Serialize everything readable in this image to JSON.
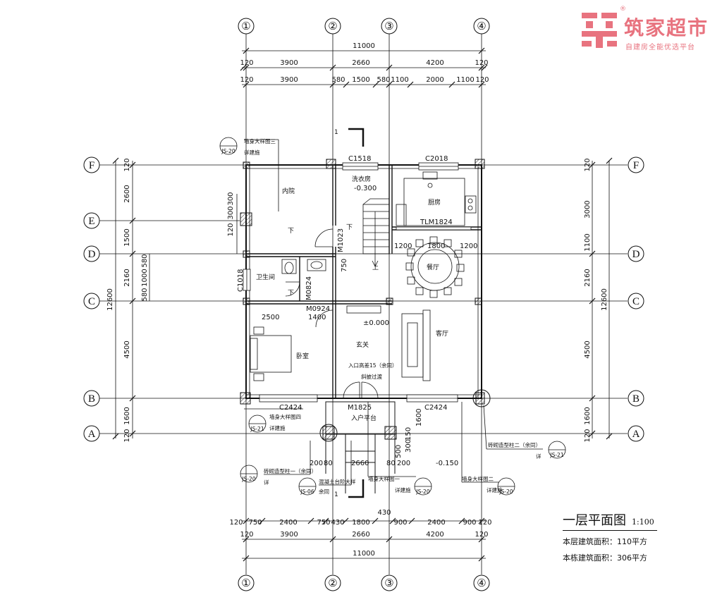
{
  "title": "一层平面图",
  "scale": "1:100",
  "area_this_floor": "本层建筑面积：110平方",
  "area_total": "本栋建筑面积：306平方",
  "logo": {
    "name": "筑家超市",
    "tagline": "自建房全能优选平台",
    "reg": "®"
  },
  "axes_vertical": [
    "①",
    "②",
    "③",
    "④"
  ],
  "axes_horizontal": [
    "F",
    "E",
    "D",
    "C",
    "B",
    "A"
  ],
  "dims_top": {
    "overall": "11000",
    "row2": [
      "120",
      "3900",
      "2660",
      "4200",
      "120"
    ],
    "row3": [
      "120",
      "3900",
      "580",
      "1500",
      "580",
      "1100",
      "2000",
      "1100",
      "120"
    ]
  },
  "dims_bottom": {
    "row1": [
      "120",
      "750",
      "2400",
      "750",
      "430",
      "1800",
      "900",
      "2400",
      "900",
      "120"
    ],
    "row2": [
      "120",
      "3900",
      "2660",
      "4200",
      "120"
    ],
    "overall": "11000",
    "extra": "430"
  },
  "dims_left": {
    "outer": [
      "120",
      "2600",
      "1500",
      "2160",
      "4500",
      "1600",
      "120"
    ],
    "overall": "12600",
    "inner": [
      "300",
      "300",
      "120",
      "580",
      "1000",
      "580"
    ]
  },
  "dims_right": {
    "inner": [
      "120",
      "3000",
      "1100",
      "2160",
      "4500",
      "1600",
      "120"
    ],
    "overall": "12600"
  },
  "rooms": {
    "courtyard": "内院",
    "laundry": "洗衣房",
    "kitchen": "厨房",
    "dining": "餐厅",
    "bathroom": "卫生间",
    "bedroom": "卧室",
    "foyer": "玄关",
    "living": "客厅",
    "entry_platform": "入户平台"
  },
  "openings": {
    "c1518": "C1518",
    "c2018": "C2018",
    "tlm1824": "TLM1824",
    "m1023": "M1023",
    "m0824": "M0824",
    "m0924": "M0924",
    "c1018": "C1018",
    "c2424a": "C2424",
    "c2424b": "C2424",
    "m1825": "M1825"
  },
  "levels": {
    "laundry": "-0.300",
    "foyer": "±0.000",
    "platform": "-0.150"
  },
  "notes": {
    "entry_height": "入口高差15（余同）",
    "ramp": "斜披过渡",
    "wall_detail_3": "墙身大样图三",
    "wall_detail_4": "墙身大样图四",
    "wall_detail_1": "墙身大样图一",
    "wall_detail_2": "墙身大样图二",
    "see_construction": "详建施",
    "brick_col_1": "砖砌造型柱一（余同）",
    "brick_col_2": "砖砌造型柱二（余同）",
    "concrete_col": "混凝土台阶大样",
    "yutong": "余同",
    "xiang": "详",
    "up": "上",
    "down": "下",
    "section": "1"
  },
  "callouts": {
    "js20": "JS-20",
    "js21": "JS-21",
    "js06": "JS-06"
  },
  "stair_dims": {
    "a": "750"
  },
  "dining_dims": [
    "1200",
    "1800",
    "1200"
  ],
  "bedroom_dims": [
    "2500",
    "1400"
  ],
  "platform_dims": [
    "200",
    "80",
    "2660",
    "80",
    "200",
    "1600",
    "150",
    "300",
    "500"
  ],
  "colors": {
    "line": "#111111",
    "brand": "#e8737f",
    "wall": "#444444"
  }
}
